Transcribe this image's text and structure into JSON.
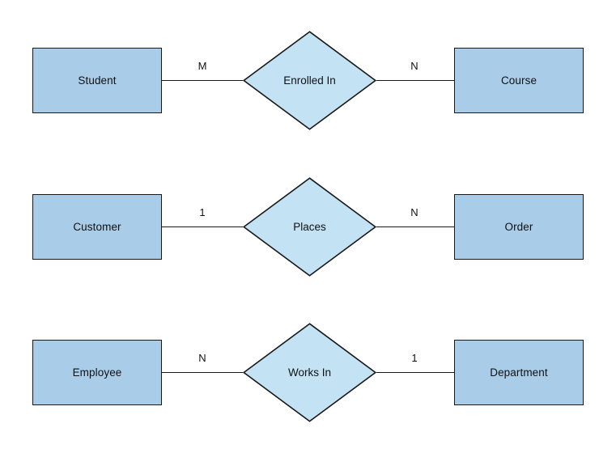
{
  "diagram": {
    "type": "entity-relationship-diagram",
    "background_color": "#ffffff",
    "entity_fill_color": "#a9cce8",
    "relationship_fill_color": "#c3e3f5",
    "stroke_color": "#191919",
    "rows": [
      {
        "left_entity": "Student",
        "left_cardinality": "M",
        "relationship": "Enrolled In",
        "right_cardinality": "N",
        "right_entity": "Course"
      },
      {
        "left_entity": "Customer",
        "left_cardinality": "1",
        "relationship": "Places",
        "right_cardinality": "N",
        "right_entity": "Order"
      },
      {
        "left_entity": "Employee",
        "left_cardinality": "N",
        "relationship": "Works In",
        "right_cardinality": "1",
        "right_entity": "Department"
      }
    ]
  }
}
